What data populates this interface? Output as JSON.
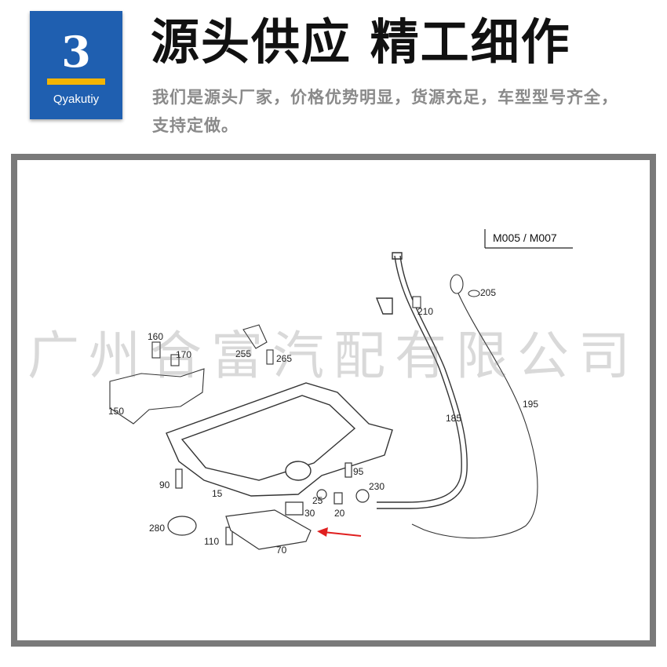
{
  "badge": {
    "number": "3",
    "brand": "Qyakutiy",
    "color": "#1f5fb0",
    "accent": "#f4b400"
  },
  "header": {
    "title": "源头供应  精工细作",
    "subtitle": "我们是源头厂家，价格优势明显，货源充足，车型型号齐全，支持定做。"
  },
  "diagram": {
    "model_label": "M005 / M007",
    "callouts": [
      "205",
      "210",
      "160",
      "170",
      "255",
      "265",
      "150",
      "185",
      "195",
      "95",
      "230",
      "90",
      "15",
      "25",
      "20",
      "30",
      "280",
      "110",
      "70"
    ]
  },
  "watermark": "广州合富汽配有限公司",
  "colors": {
    "panel_border": "#7a7a7a",
    "arrow": "#e02020"
  }
}
